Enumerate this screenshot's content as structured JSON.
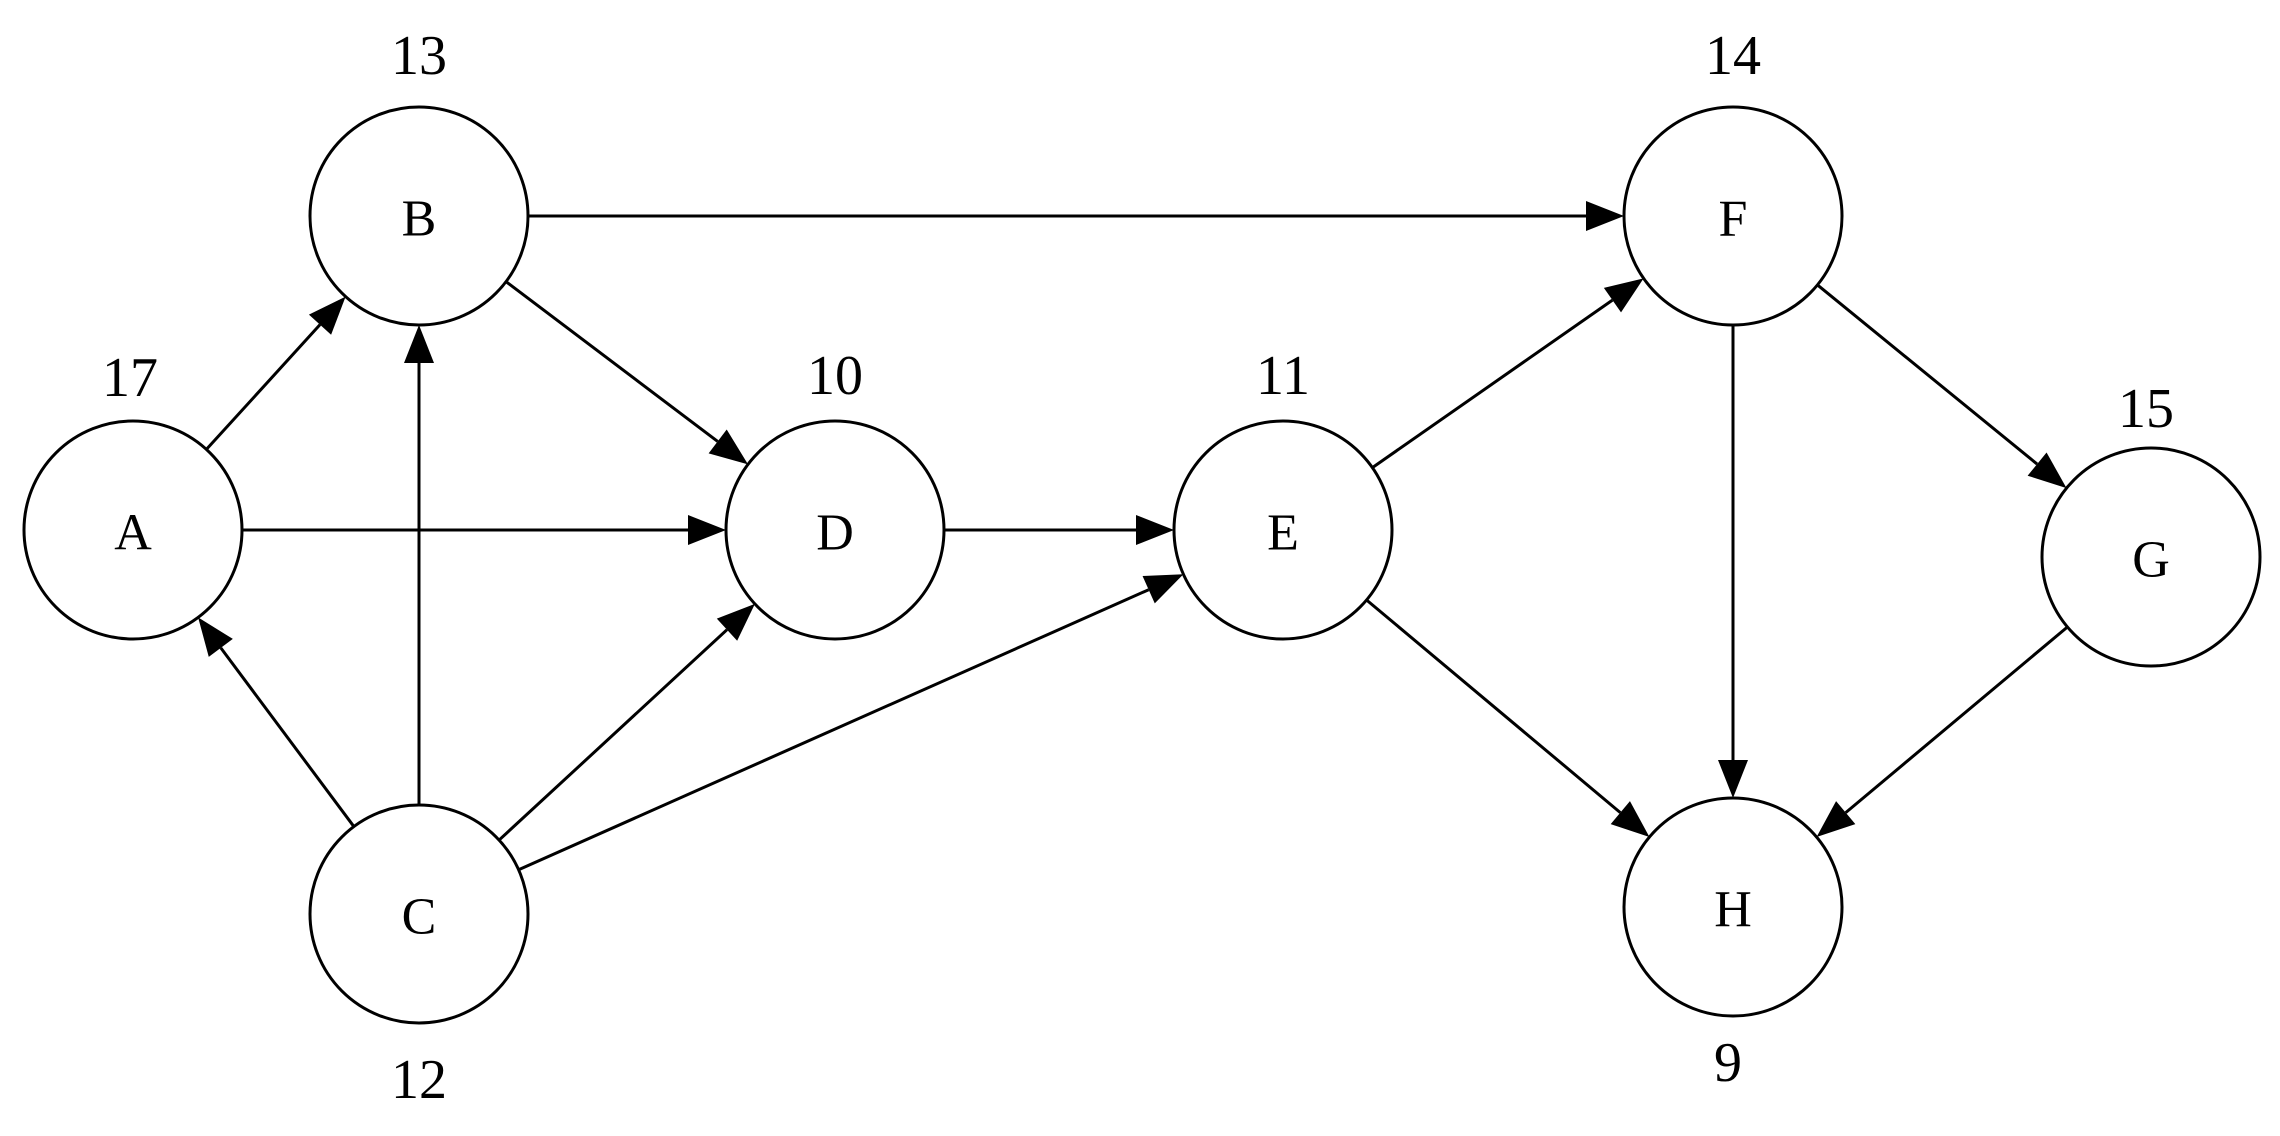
{
  "graph": {
    "nodes": [
      {
        "id": "A",
        "label": "A",
        "weight": "17"
      },
      {
        "id": "B",
        "label": "B",
        "weight": "13"
      },
      {
        "id": "C",
        "label": "C",
        "weight": "12"
      },
      {
        "id": "D",
        "label": "D",
        "weight": "10"
      },
      {
        "id": "E",
        "label": "E",
        "weight": "11"
      },
      {
        "id": "F",
        "label": "F",
        "weight": "14"
      },
      {
        "id": "G",
        "label": "G",
        "weight": "15"
      },
      {
        "id": "H",
        "label": "H",
        "weight": "9"
      }
    ],
    "edges": [
      {
        "from": "A",
        "to": "B"
      },
      {
        "from": "A",
        "to": "D"
      },
      {
        "from": "B",
        "to": "D"
      },
      {
        "from": "B",
        "to": "F"
      },
      {
        "from": "C",
        "to": "A"
      },
      {
        "from": "C",
        "to": "B"
      },
      {
        "from": "C",
        "to": "D"
      },
      {
        "from": "C",
        "to": "E"
      },
      {
        "from": "D",
        "to": "E"
      },
      {
        "from": "E",
        "to": "F"
      },
      {
        "from": "E",
        "to": "H"
      },
      {
        "from": "F",
        "to": "G"
      },
      {
        "from": "F",
        "to": "H"
      },
      {
        "from": "G",
        "to": "H"
      }
    ]
  }
}
